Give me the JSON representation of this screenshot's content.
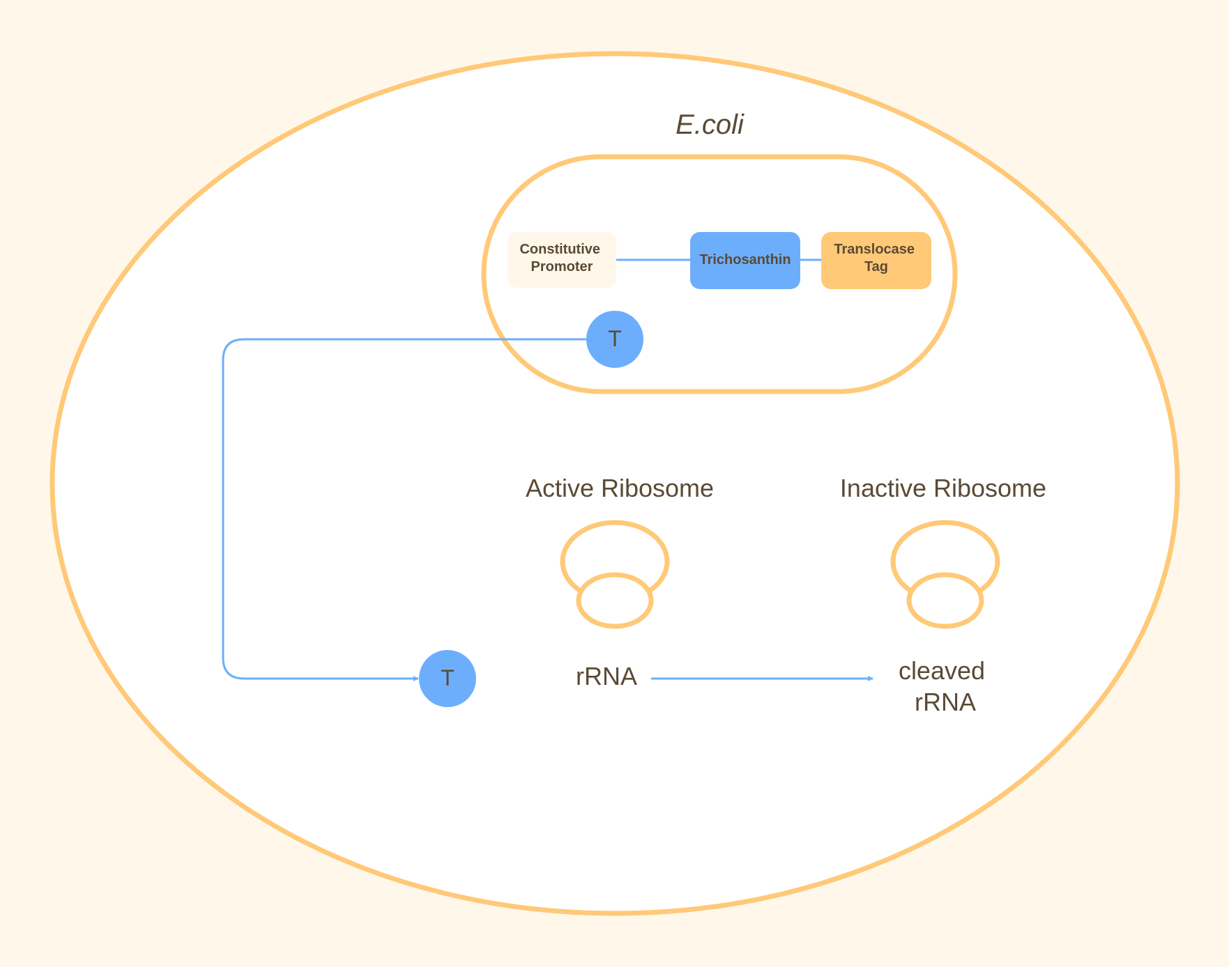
{
  "title": "E.coli",
  "construct": {
    "promoter": [
      "Constitutive",
      "Promoter"
    ],
    "gene": "Trichosanthin",
    "tag": [
      "Translocase",
      "Tag"
    ]
  },
  "protein_symbol": "T",
  "ribosomes": {
    "active_label": "Active Ribosome",
    "inactive_label": "Inactive Ribosome"
  },
  "rrna": {
    "intact": "rRNA",
    "cleaved": [
      "cleaved",
      "rRNA"
    ]
  },
  "colors": {
    "background": "#fff7ea",
    "cell_outline": "#ffc978",
    "blue": "#6daefc",
    "orange": "#ffc978",
    "promoter_fill": "#fff7ea",
    "text": "#5a4a35"
  }
}
